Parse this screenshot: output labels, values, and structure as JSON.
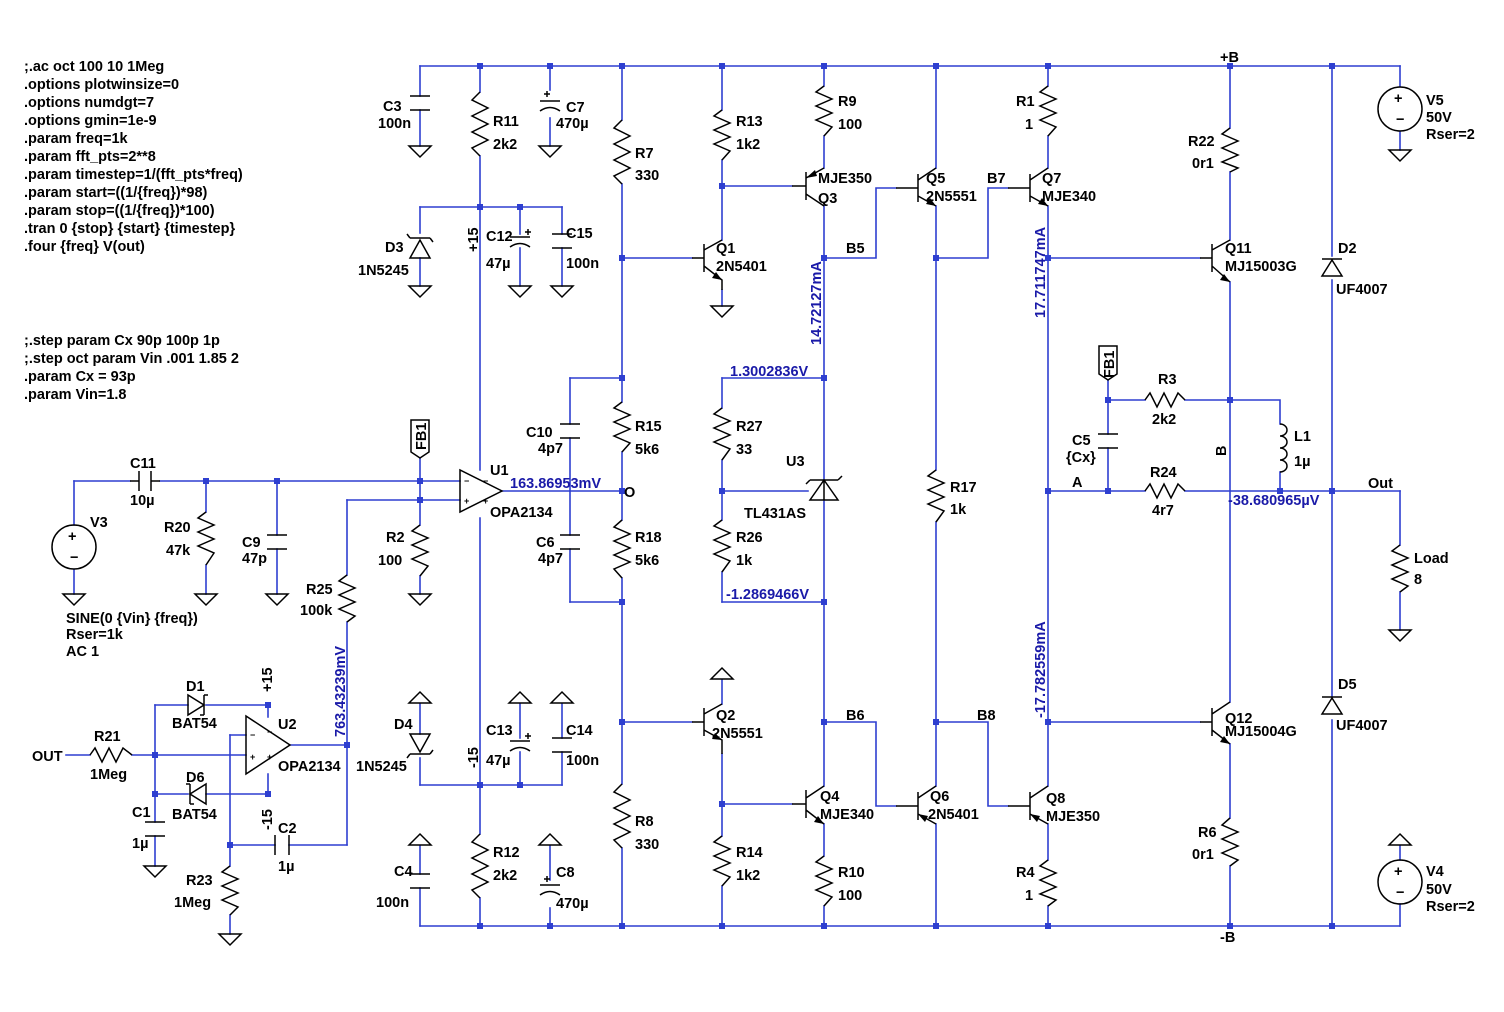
{
  "directives": [
    ";.ac oct 100 10 1Meg",
    ".options plotwinsize=0",
    ".options numdgt=7",
    ".options gmin=1e-9",
    ".param freq=1k",
    ".param fft_pts=2**8",
    ".param timestep=1/(fft_pts*freq)",
    ".param start=((1/{freq})*98)",
    ".param stop=((1/{freq})*100)",
    ".tran 0 {stop} {start} {timestep}",
    ".four {freq} V(out)"
  ],
  "step_directives": [
    ";.step param Cx 90p 100p 1p",
    ";.step oct param Vin .001 1.85 2",
    ".param Cx = 93p",
    ".param Vin=1.8"
  ],
  "components": {
    "C3": {
      "name": "C3",
      "value": "100n"
    },
    "R11": {
      "name": "R11",
      "value": "2k2"
    },
    "C7": {
      "name": "C7",
      "value": "470µ"
    },
    "R7": {
      "name": "R7",
      "value": "330"
    },
    "R13": {
      "name": "R13",
      "value": "1k2"
    },
    "R9": {
      "name": "R9",
      "value": "100"
    },
    "Q3": {
      "name": "Q3",
      "value": "MJE350"
    },
    "Q5": {
      "name": "Q5",
      "value": "2N5551"
    },
    "R1": {
      "name": "R1",
      "value": "1"
    },
    "Q7": {
      "name": "Q7",
      "value": "MJE340"
    },
    "R22": {
      "name": "R22",
      "value": "0r1"
    },
    "V5": {
      "name": "V5",
      "value": "50V",
      "extra": "Rser=2"
    },
    "D3": {
      "name": "D3",
      "value": "1N5245"
    },
    "C12": {
      "name": "C12",
      "value": "47µ"
    },
    "C15": {
      "name": "C15",
      "value": "100n"
    },
    "Q1": {
      "name": "Q1",
      "value": "2N5401"
    },
    "Q11": {
      "name": "Q11",
      "value": "MJ15003G"
    },
    "D2": {
      "name": "D2",
      "value": "UF4007"
    },
    "C10": {
      "name": "C10",
      "value": "4p7"
    },
    "R15": {
      "name": "R15",
      "value": "5k6"
    },
    "R27": {
      "name": "R27",
      "value": "33"
    },
    "U3": {
      "name": "U3",
      "value": "TL431AS"
    },
    "R3": {
      "name": "R3",
      "value": "2k2"
    },
    "C5": {
      "name": "C5",
      "value": "{Cx}"
    },
    "L1": {
      "name": "L1",
      "value": "1µ"
    },
    "C11": {
      "name": "C11",
      "value": "10µ"
    },
    "U1": {
      "name": "U1",
      "value": "OPA2134"
    },
    "R17": {
      "name": "R17",
      "value": "1k"
    },
    "R24": {
      "name": "R24",
      "value": "4r7"
    },
    "V3": {
      "name": "V3",
      "value": "SINE(0 {Vin} {freq})",
      "extra": "Rser=1k",
      "extra2": "AC 1"
    },
    "R20": {
      "name": "R20",
      "value": "47k"
    },
    "C9": {
      "name": "C9",
      "value": "47p"
    },
    "R2": {
      "name": "R2",
      "value": "100"
    },
    "C6": {
      "name": "C6",
      "value": "4p7"
    },
    "R18": {
      "name": "R18",
      "value": "5k6"
    },
    "R26": {
      "name": "R26",
      "value": "1k"
    },
    "Load": {
      "name": "Load",
      "value": "8"
    },
    "R25": {
      "name": "R25",
      "value": "100k"
    },
    "D1": {
      "name": "D1",
      "value": "BAT54"
    },
    "U2": {
      "name": "U2",
      "value": "OPA2134"
    },
    "R21": {
      "name": "R21",
      "value": "1Meg"
    },
    "D6": {
      "name": "D6",
      "value": "BAT54"
    },
    "D4": {
      "name": "D4",
      "value": "1N5245"
    },
    "C13": {
      "name": "C13",
      "value": "47µ"
    },
    "C14": {
      "name": "C14",
      "value": "100n"
    },
    "Q2": {
      "name": "Q2",
      "value": "2N5551"
    },
    "Q12": {
      "name": "Q12",
      "value": "MJ15004G"
    },
    "D5": {
      "name": "D5",
      "value": "UF4007"
    },
    "C1": {
      "name": "C1",
      "value": "1µ"
    },
    "C2": {
      "name": "C2",
      "value": "1µ"
    },
    "Q4": {
      "name": "Q4",
      "value": "MJE340"
    },
    "Q6": {
      "name": "Q6",
      "value": "2N5401"
    },
    "Q8": {
      "name": "Q8",
      "value": "MJE350"
    },
    "R8": {
      "name": "R8",
      "value": "330"
    },
    "R14": {
      "name": "R14",
      "value": "1k2"
    },
    "R10": {
      "name": "R10",
      "value": "100"
    },
    "R6": {
      "name": "R6",
      "value": "0r1"
    },
    "R23": {
      "name": "R23",
      "value": "1Meg"
    },
    "C4": {
      "name": "C4",
      "value": "100n"
    },
    "R12": {
      "name": "R12",
      "value": "2k2"
    },
    "C8": {
      "name": "C8",
      "value": "470µ"
    },
    "R4": {
      "name": "R4",
      "value": "1"
    },
    "V4": {
      "name": "V4",
      "value": "50V",
      "extra": "Rser=2"
    }
  },
  "net_labels": {
    "plus_b": "+B",
    "minus_b": "-B",
    "plus15": "+15",
    "minus15": "-15",
    "fb1": "FB1",
    "b5": "B5",
    "b6": "B6",
    "b7": "B7",
    "b8": "B8",
    "o": "O",
    "a": "A",
    "b": "B",
    "out": "Out",
    "out_in": "OUT"
  },
  "measurements": {
    "u1_out": "163.86953mV",
    "i_top": "14.72127mA",
    "v_top": "1.3002836V",
    "v_bot": "-1.2869466V",
    "i_q7": "17.711747mA",
    "i_q8": "-17.782559mA",
    "v_out": "-38.680965µV",
    "v_u2": "763.43239mV"
  }
}
